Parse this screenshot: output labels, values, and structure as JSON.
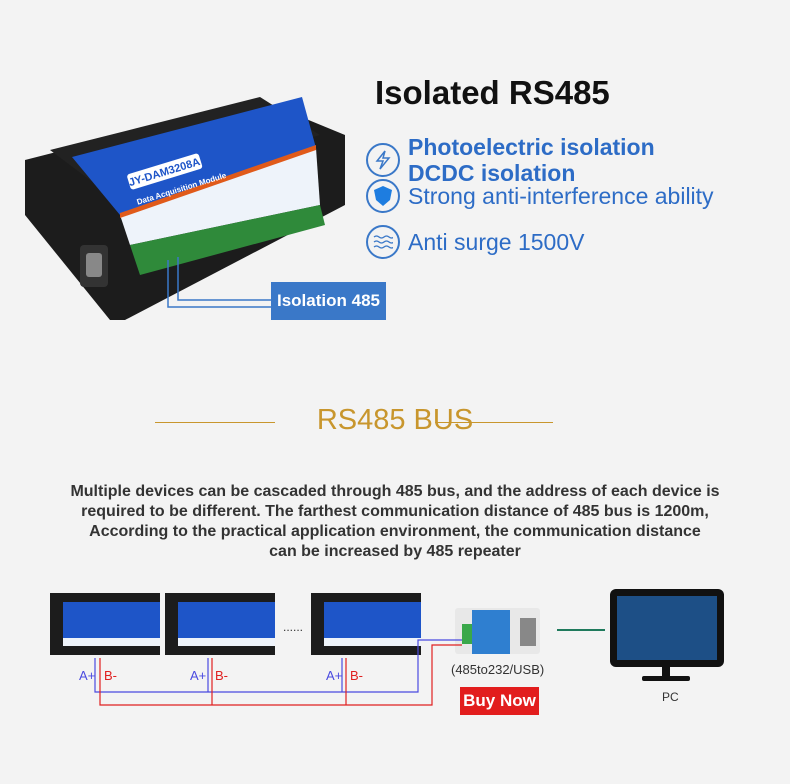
{
  "header": {
    "title": "Isolated RS485"
  },
  "features": [
    {
      "icon": "lightning-icon",
      "lines": [
        "Photoelectric isolation",
        "DCDC isolation"
      ]
    },
    {
      "icon": "shield-icon",
      "lines": [
        "Strong anti-interference ability"
      ]
    },
    {
      "icon": "surge-waves-icon",
      "lines": [
        "Anti surge 1500V"
      ]
    }
  ],
  "device": {
    "model": "JY-DAM3208A",
    "subtitle": "Data Acquisition Module",
    "callout": "Isolation 485"
  },
  "bus": {
    "title": "RS485 BUS",
    "description": [
      "Multiple devices can be cascaded through 485 bus, and the address of each device is",
      "required to be different. The farthest communication distance of 485 bus is 1200m,",
      "According to the practical application environment, the communication distance",
      "can be increased by 485 repeater"
    ]
  },
  "diagram": {
    "a_label": "A+",
    "b_label": "B-",
    "ellipsis": "......",
    "converter_label": "(485to232/USB)",
    "buy_button": "Buy Now",
    "pc_label": "PC",
    "colors": {
      "a_line": "#4a4ae0",
      "b_line": "#e02020",
      "pc_link": "#1f7a5c"
    }
  }
}
